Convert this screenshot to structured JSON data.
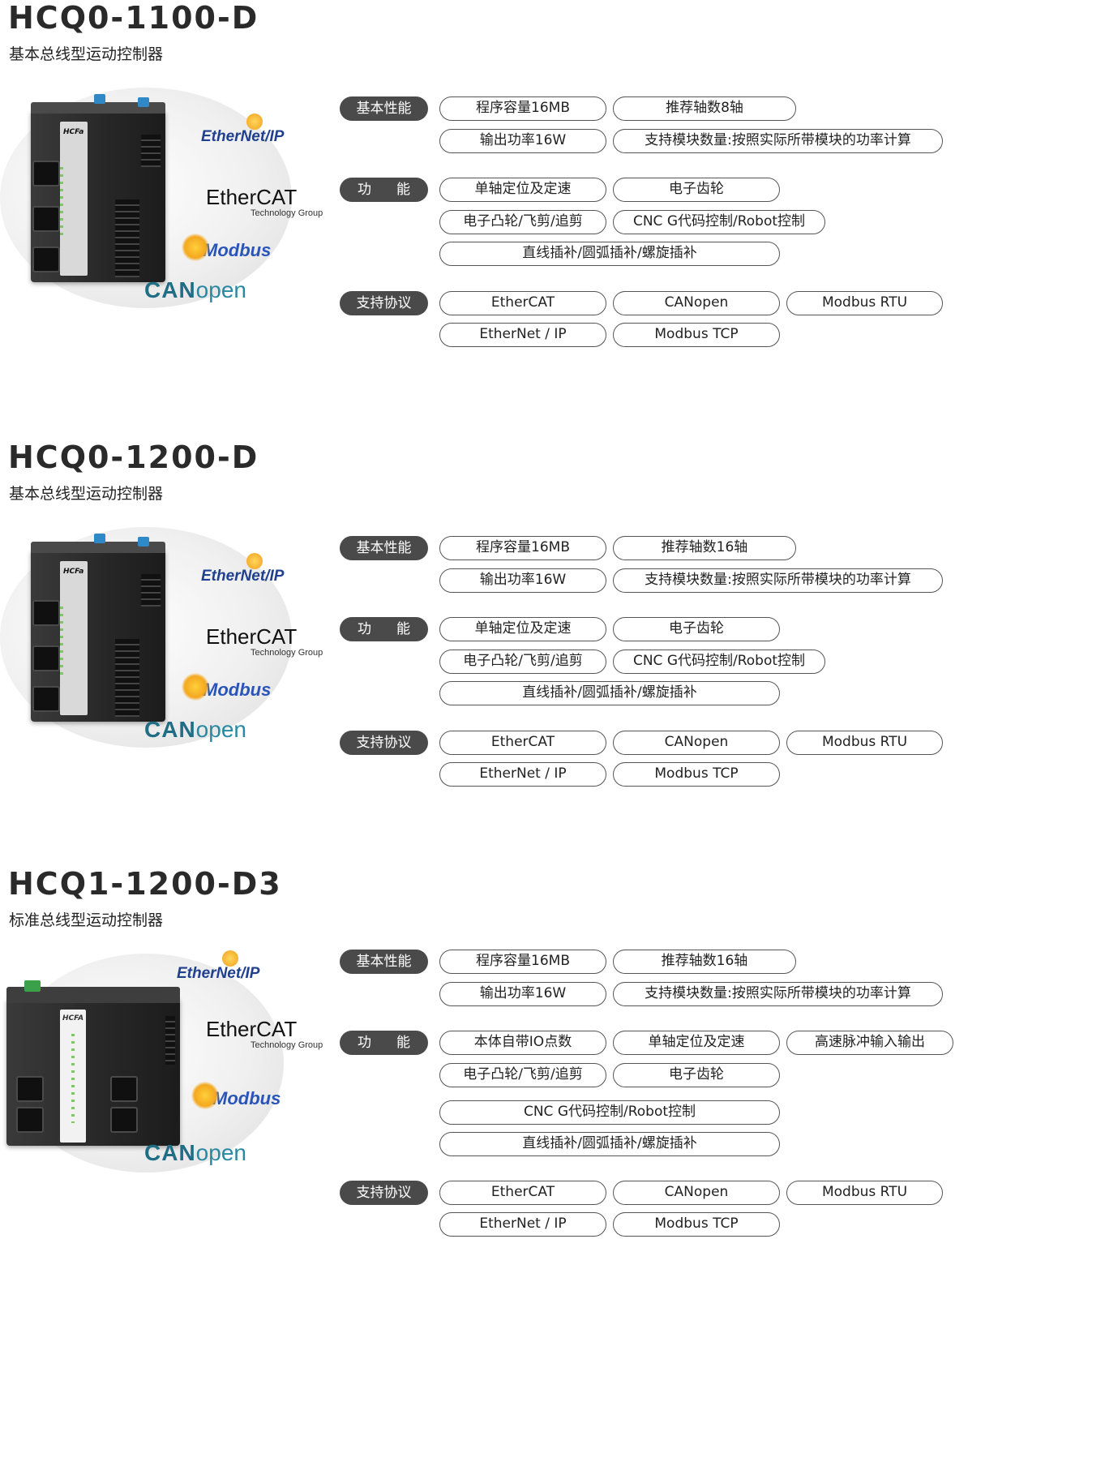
{
  "products": [
    {
      "model": "HCQ0-1100-D",
      "subtitle": "基本总线型运动控制器",
      "device_label": "HCFa",
      "logos": [
        "EtherNet/IP",
        "EtherCAT",
        "Technology Group",
        "Modbus",
        "CAN",
        "open"
      ],
      "groups": [
        {
          "label": "基本性能",
          "items": [
            "程序容量16MB",
            "推荐轴数8轴",
            "输出功率16W",
            "支持模块数量:按照实际所带模块的功率计算"
          ]
        },
        {
          "label": "功　能",
          "items": [
            "单轴定位及定速",
            "电子齿轮",
            "电子凸轮/飞剪/追剪",
            "CNC G代码控制/Robot控制",
            "直线插补/圆弧插补/螺旋插补"
          ]
        },
        {
          "label": "支持协议",
          "items": [
            "EtherCAT",
            "CANopen",
            "Modbus RTU",
            "EtherNet / IP",
            "Modbus TCP"
          ]
        }
      ]
    },
    {
      "model": "HCQ0-1200-D",
      "subtitle": "基本总线型运动控制器",
      "device_label": "HCFa",
      "logos": [
        "EtherNet/IP",
        "EtherCAT",
        "Technology Group",
        "Modbus",
        "CAN",
        "open"
      ],
      "groups": [
        {
          "label": "基本性能",
          "items": [
            "程序容量16MB",
            "推荐轴数16轴",
            "输出功率16W",
            "支持模块数量:按照实际所带模块的功率计算"
          ]
        },
        {
          "label": "功　能",
          "items": [
            "单轴定位及定速",
            "电子齿轮",
            "电子凸轮/飞剪/追剪",
            "CNC G代码控制/Robot控制",
            "直线插补/圆弧插补/螺旋插补"
          ]
        },
        {
          "label": "支持协议",
          "items": [
            "EtherCAT",
            "CANopen",
            "Modbus RTU",
            "EtherNet / IP",
            "Modbus TCP"
          ]
        }
      ]
    },
    {
      "model": "HCQ1-1200-D3",
      "subtitle": "标准总线型运动控制器",
      "device_label": "HCFA",
      "logos": [
        "EtherNet/IP",
        "EtherCAT",
        "Technology Group",
        "Modbus",
        "CAN",
        "open"
      ],
      "groups": [
        {
          "label": "基本性能",
          "items": [
            "程序容量16MB",
            "推荐轴数16轴",
            "输出功率16W",
            "支持模块数量:按照实际所带模块的功率计算"
          ]
        },
        {
          "label": "功　能",
          "items": [
            "本体自带IO点数",
            "单轴定位及定速",
            "高速脉冲输入输出",
            "电子凸轮/飞剪/追剪",
            "电子齿轮",
            "CNC G代码控制/Robot控制",
            "直线插补/圆弧插补/螺旋插补"
          ]
        },
        {
          "label": "支持协议",
          "items": [
            "EtherCAT",
            "CANopen",
            "Modbus RTU",
            "EtherNet / IP",
            "Modbus TCP"
          ]
        }
      ]
    }
  ]
}
